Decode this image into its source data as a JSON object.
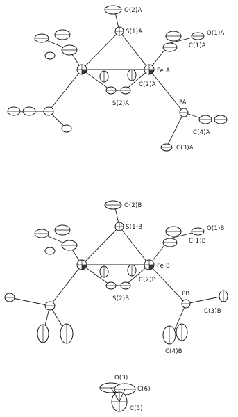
{
  "molecules": [
    {
      "id": "A",
      "labels": {
        "o2": "O(2)A",
        "s1": "S(1)A",
        "o1": "O(1)A",
        "c1": "C(1)A",
        "fe": "Fe A",
        "c2": "C(2)A",
        "s2": "S(2)A",
        "p": "PA",
        "c4": "C(4)A",
        "c3": "C(3)A"
      }
    },
    {
      "id": "B",
      "labels": {
        "o2": "O(2)B",
        "s1": "S(1)B",
        "o1": "O(1)B",
        "c1": "C(1)B",
        "fe": "Fe B",
        "c2": "C(2)B",
        "s2": "S(2)B",
        "p": "PB",
        "c3": "C(3)B",
        "c4": "C(4)B"
      }
    }
  ],
  "solvent": {
    "labels": {
      "o3": "O(3)",
      "c6": "C(6)",
      "c5": "C(5)"
    }
  }
}
